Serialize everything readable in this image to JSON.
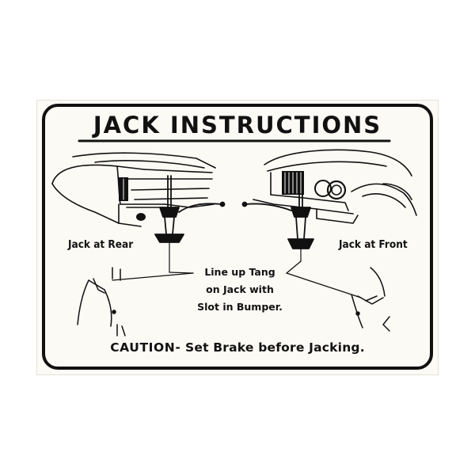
{
  "title": "JACK INSTRUCTIONS",
  "labels": {
    "rear": "Jack at Rear",
    "front": "Jack at Front"
  },
  "instructions": {
    "line1": "Line up Tang",
    "line2": "on Jack with",
    "line3": "Slot in Bumper."
  },
  "caution": {
    "prefix": "CAUTION-",
    "text": "Set Brake before Jacking."
  },
  "colors": {
    "ink": "#111111",
    "paper": "#fbfaf5"
  }
}
